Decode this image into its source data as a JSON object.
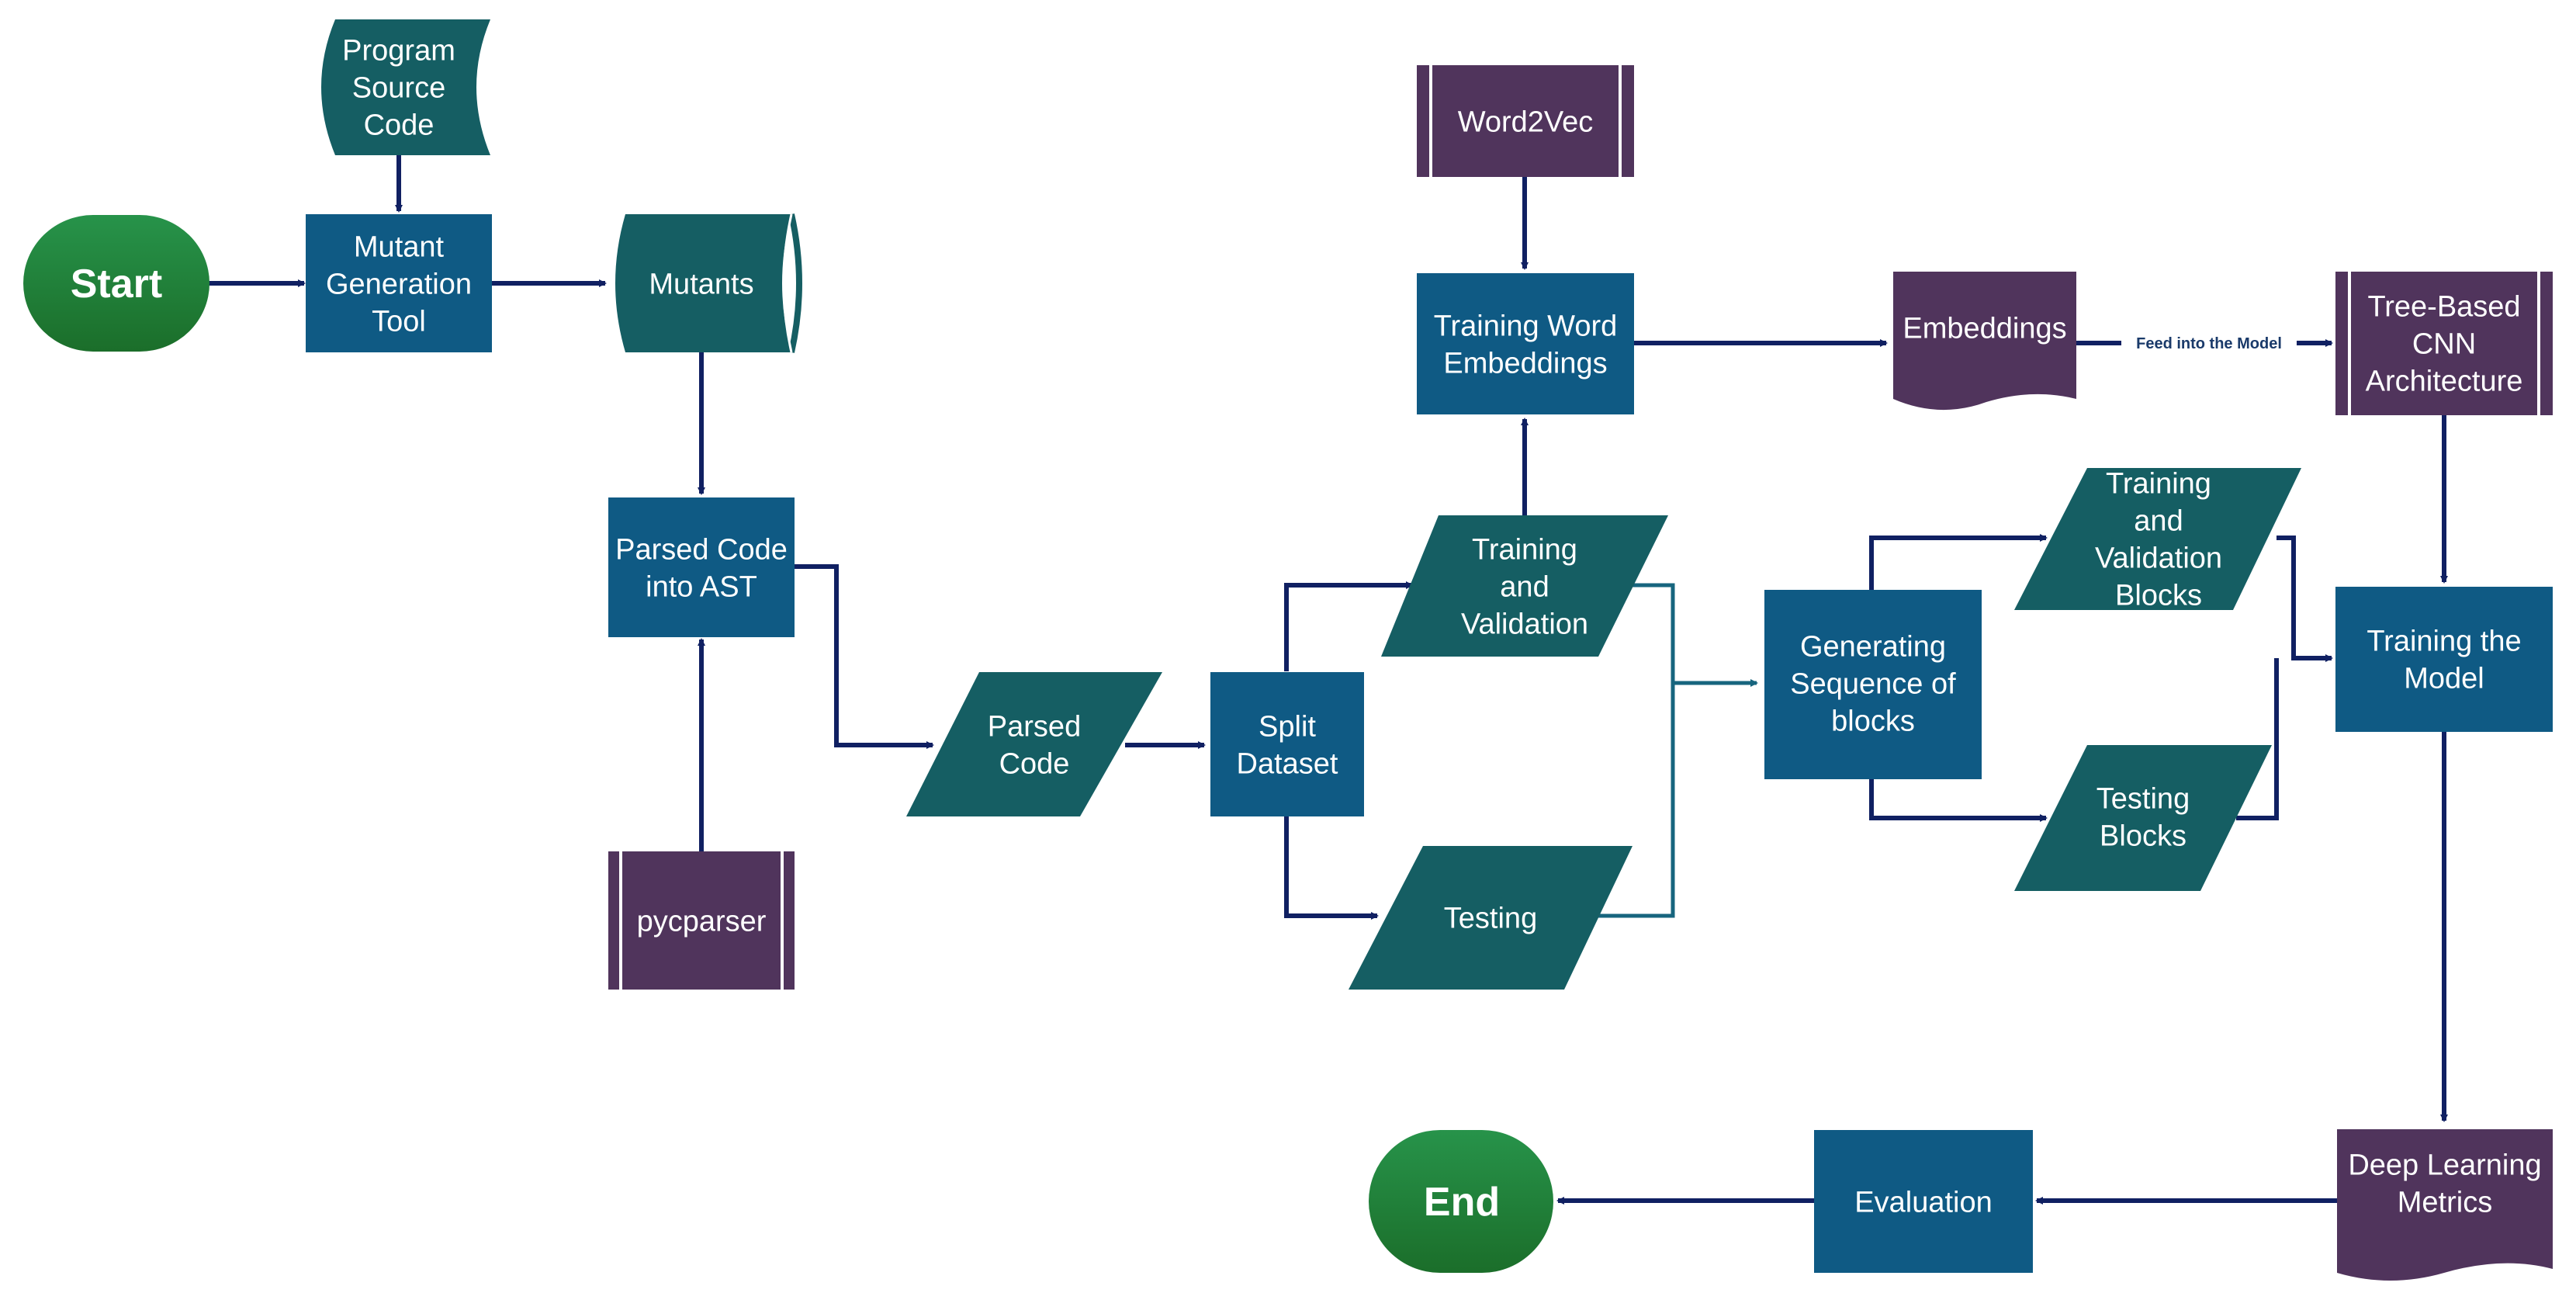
{
  "colors": {
    "teal": "#155e63",
    "blue": "#0f5a84",
    "purple": "#50345c",
    "green": "#1f7e32",
    "arrow": "#102062",
    "arrow_light": "#17657e"
  },
  "nodes": {
    "start": [
      "Start"
    ],
    "program_source": [
      "Program",
      "Source",
      "Code"
    ],
    "mutant_tool": [
      "Mutant",
      "Generation",
      "Tool"
    ],
    "mutants": [
      "Mutants"
    ],
    "parsed_ast": [
      "Parsed Code",
      "into AST"
    ],
    "pycparser": [
      "pycparser"
    ],
    "parsed_code": [
      "Parsed",
      "Code"
    ],
    "split_dataset": [
      "Split",
      "Dataset"
    ],
    "training_validation": [
      "Training",
      "and",
      "Validation"
    ],
    "testing": [
      "Testing"
    ],
    "word2vec": [
      "Word2Vec"
    ],
    "training_embeddings": [
      "Training Word",
      "Embeddings"
    ],
    "embeddings": [
      "Embeddings"
    ],
    "tree_cnn": [
      "Tree-Based",
      "CNN",
      "Architecture"
    ],
    "generating_sequence": [
      "Generating",
      "Sequence of",
      "blocks"
    ],
    "tv_blocks": [
      "Training",
      "and",
      "Validation",
      "Blocks"
    ],
    "testing_blocks": [
      "Testing",
      "Blocks"
    ],
    "training_model": [
      "Training the",
      "Model"
    ],
    "dl_metrics": [
      "Deep Learning",
      "Metrics"
    ],
    "evaluation": [
      "Evaluation"
    ],
    "end": [
      "End"
    ]
  },
  "edge_labels": {
    "feed": "Feed into the Model"
  }
}
